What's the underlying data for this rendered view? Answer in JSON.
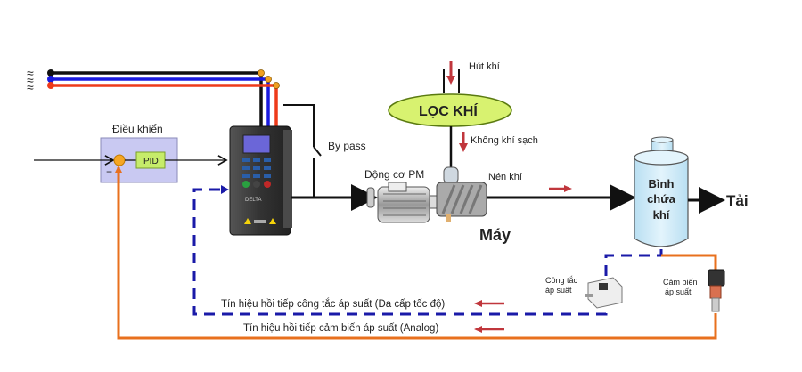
{
  "title": "Air compressor control with inverter (PID feedback)",
  "colors": {
    "power_black": "#111111",
    "power_blue": "#1a1adf",
    "power_red": "#ee3a1a",
    "terminal_orange": "#f0a020",
    "controller_bg": "#c9c9f2",
    "controller_border": "#8a8ab8",
    "pid_bg": "#c6ec6a",
    "filter_bg": "#d8f270",
    "tank_bg": "#cde9f7",
    "feedback_dashed": "#1a1aa8",
    "feedback_analog": "#e8701e",
    "flow_arrow": "#c0363c",
    "summing_node": "#f5a623"
  },
  "labels": {
    "controller": "Điều khiển",
    "pid": "PID",
    "bypass": "By pass",
    "air_intake": "Hút khí",
    "air_filter": "LỌC KHÍ",
    "clean_air": "Không khí sạch",
    "pm_motor": "Động cơ PM",
    "compression": "Nén khí",
    "machine": "Máy",
    "tank": [
      "Bình",
      "chứa",
      "khí"
    ],
    "load": "Tải",
    "pressure_switch": [
      "Công tắc",
      "áp suất"
    ],
    "pressure_sensor": [
      "Cảm biến",
      "áp suất"
    ],
    "feedback_switch": "Tín hiệu hồi tiếp công tắc áp suất (Đa cấp tốc độ)",
    "feedback_sensor": "Tín hiệu hồi tiếp cảm biến áp suất (Analog)",
    "minus_sign": "−",
    "ac_symbol": "≈"
  }
}
